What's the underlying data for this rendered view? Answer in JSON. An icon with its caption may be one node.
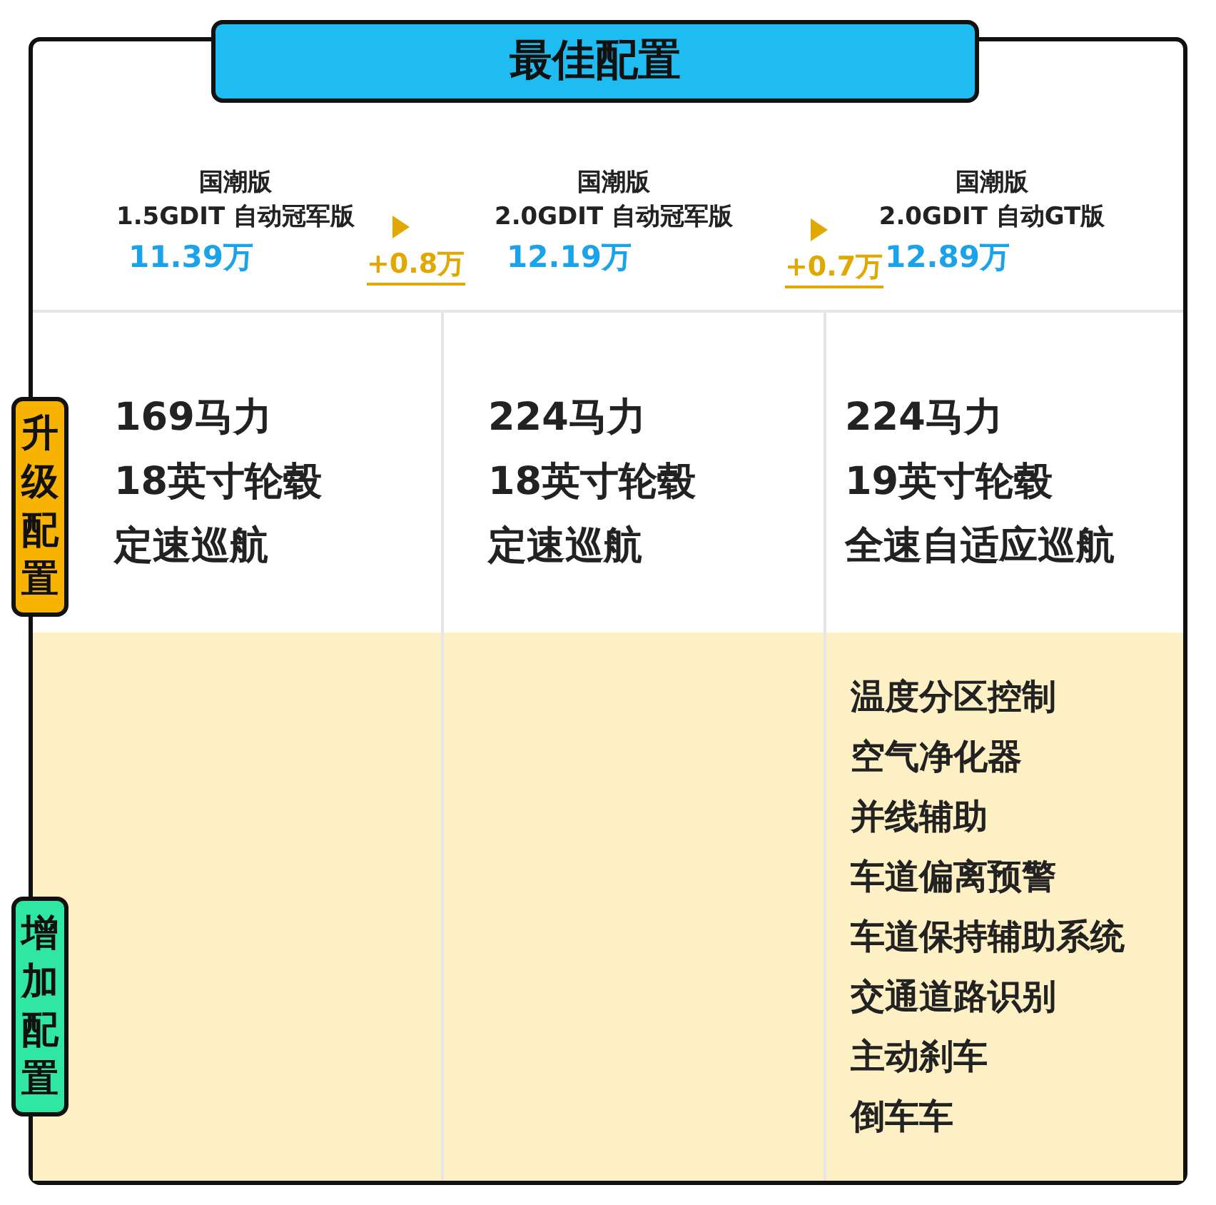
{
  "diagram": {
    "title": "最佳配置",
    "nodes": [
      {
        "text": [
          "升级配置"
        ]
      },
      {
        "text": [
          "增加配置"
        ]
      }
    ],
    "labels": [
      "国潮版",
      "1.5GDIT 自动冠军版",
      "11.39万",
      "+0.8万",
      "国潮版",
      "2.0GDIT 自动冠军版",
      "12.19万",
      "+0.7万",
      "国潮版",
      "2.0GDIT 自动GT版",
      "12.89万",
      "169马力",
      "18英寸轮毂",
      "定速巡航",
      "224马力",
      "18英寸轮毂",
      "定速巡航",
      "224马力",
      "19英寸轮毂",
      "全速自适应巡航",
      "温度分区控制",
      "空气净化器",
      "并线辅助",
      "车道偏离预警",
      "车道保持辅助系统",
      "交通道路识别",
      "主动刹车",
      "倒车车"
    ]
  }
}
